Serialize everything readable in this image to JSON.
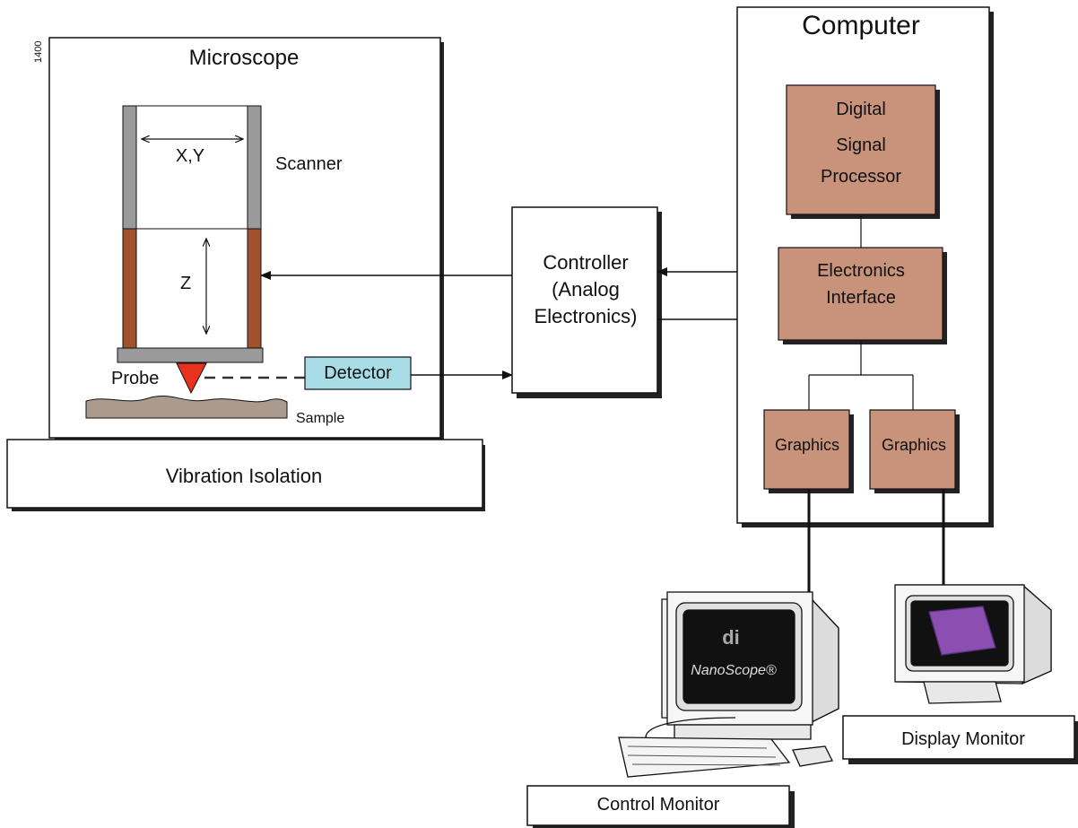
{
  "labels": {
    "figure_id": "1400",
    "microscope": "Microscope",
    "xy": "X,Y",
    "scanner": "Scanner",
    "z": "Z",
    "probe": "Probe",
    "detector": "Detector",
    "sample": "Sample",
    "vibration": "Vibration Isolation",
    "controller_1": "Controller",
    "controller_2": "(Analog",
    "controller_3": "Electronics)",
    "computer": "Computer",
    "dsp_1": "Digital",
    "dsp_2": "Signal",
    "dsp_3": "Processor",
    "ei_1": "Electronics",
    "ei_2": "Interface",
    "graphics_1": "Graphics",
    "graphics_2": "Graphics",
    "display_monitor": "Display Monitor",
    "control_monitor": "Control Monitor",
    "screen_logo": "di",
    "screen_brand": "NanoScope®"
  },
  "colors": {
    "box_brown": "#c8937a",
    "piezo_brown": "#a0522d",
    "rod_gray": "#9a9a9a",
    "detector_blue": "#a8dde8",
    "probe_red": "#e8321e",
    "sample_tan": "#ab9a8e",
    "shadow": "#222222"
  }
}
